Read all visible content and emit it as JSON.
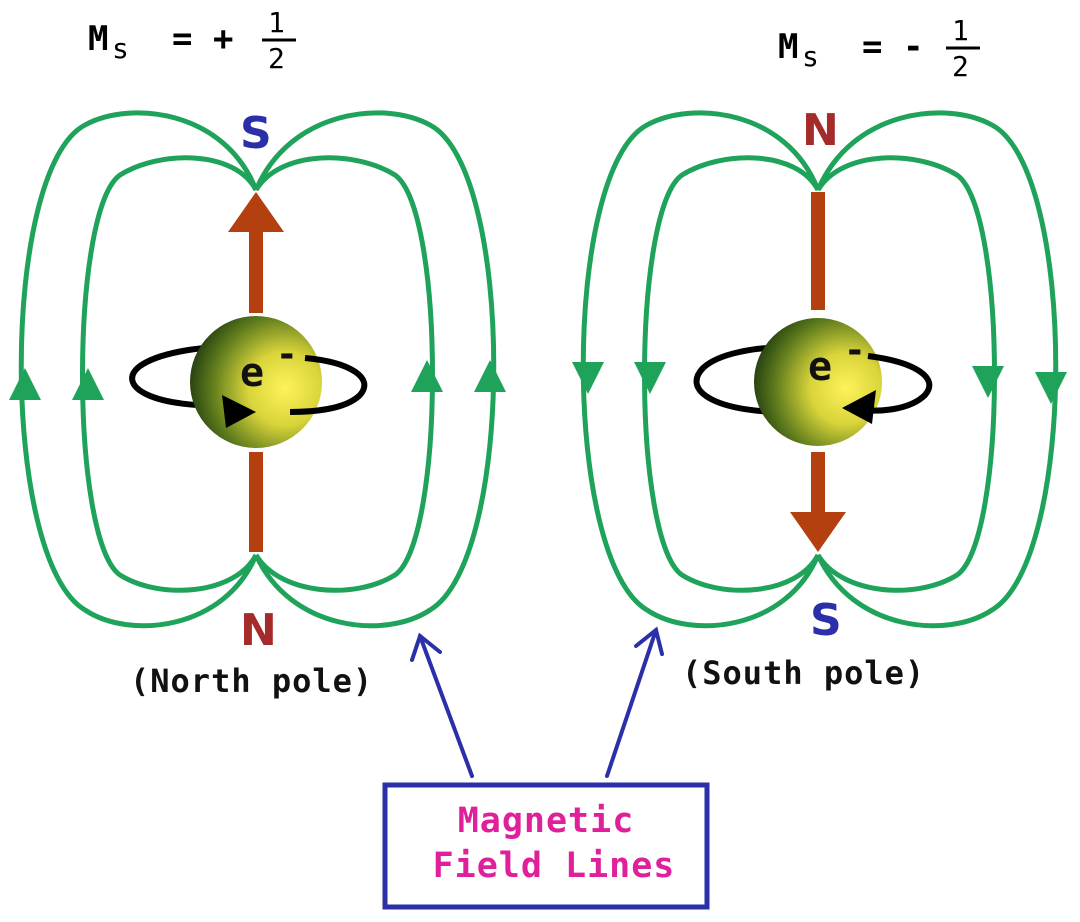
{
  "colors": {
    "field_line": "#1fa35a",
    "spin_axis": "#b5400f",
    "north_label": "#a52a2a",
    "south_label": "#2b2fa8",
    "pointer": "#2b2fa8",
    "box_text": "#e0209a"
  },
  "left": {
    "spin_symbol": "M",
    "spin_subscript": "s",
    "spin_sign": "= +",
    "spin_numerator": "1",
    "spin_denominator": "2",
    "top_pole": "S",
    "bottom_pole": "N",
    "electron": "e",
    "electron_charge": "-",
    "caption": "(North pole)"
  },
  "right": {
    "spin_symbol": "M",
    "spin_subscript": "s",
    "spin_sign": "= -",
    "spin_numerator": "1",
    "spin_denominator": "2",
    "top_pole": "N",
    "bottom_pole": "S",
    "electron": "e",
    "electron_charge": "-",
    "caption": "(South pole)"
  },
  "legend_box": {
    "line1": "Magnetic",
    "line2": "Field Lines"
  }
}
